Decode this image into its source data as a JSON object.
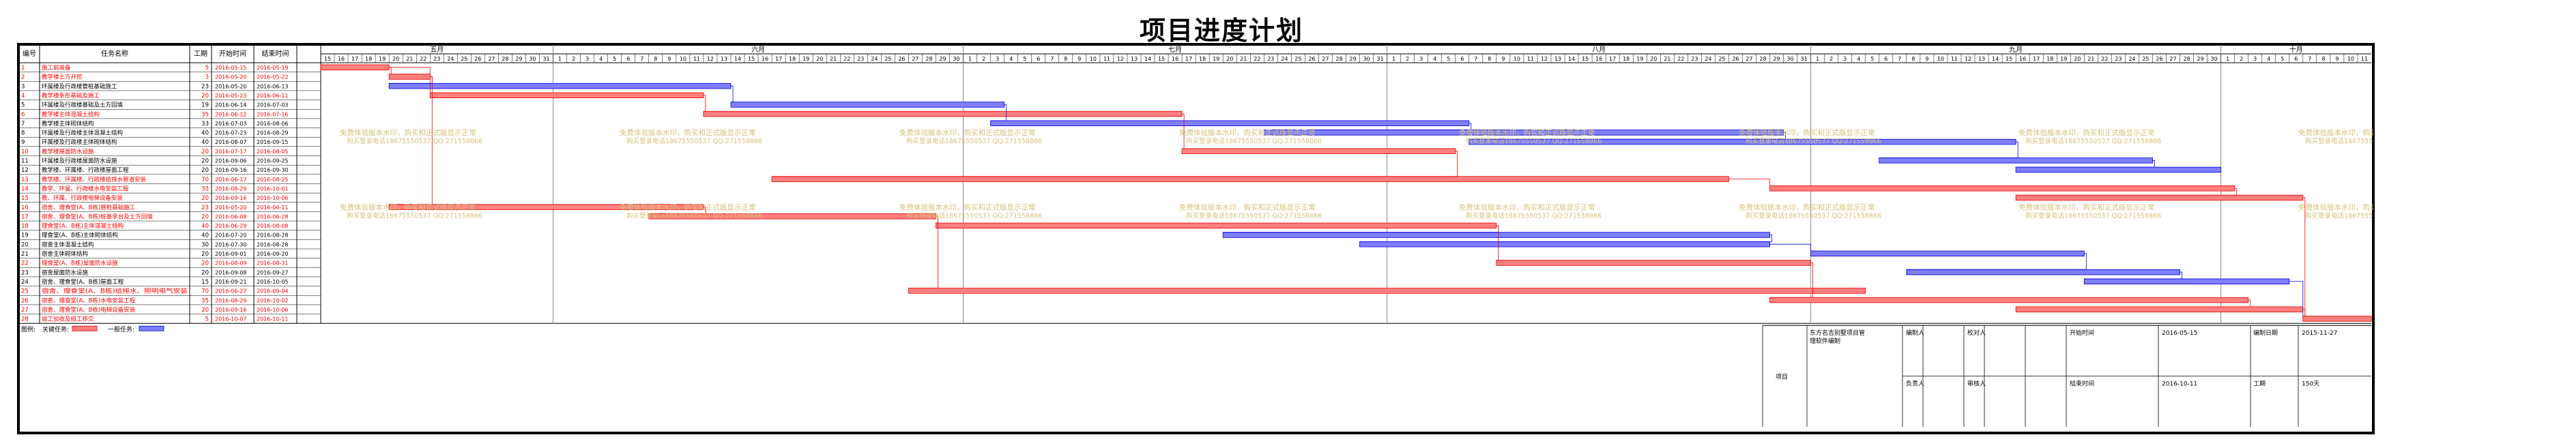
{
  "title": "项目进度计划",
  "columns": {
    "id": "编号",
    "name": "任务名称",
    "duration": "工期",
    "start": "开始时间",
    "end": "结束时间"
  },
  "legend": {
    "label": "图例:",
    "critical": "关键任务:",
    "normal": "一般任务:"
  },
  "watermark": [
    "免费体验版本水印，购买和正式版显示正常",
    "购买登录电话18675550537 QQ:271558866"
  ],
  "info": {
    "project_label": "项目",
    "project_name": "东方名吉别墅项目管理软件编制",
    "maker_label": "编制人",
    "maker": "",
    "checker_label": "校对人",
    "checker": "",
    "owner_label": "负责人",
    "owner": "",
    "reviewer_label": "审核人",
    "reviewer": "",
    "start_label": "开始时间",
    "start": "2016-05-15",
    "end_label": "结束时间",
    "end": "2016-10-11",
    "date_label": "编制日期",
    "date": "2015-11-27",
    "period_label": "工期",
    "period": "150天"
  },
  "chart_data": {
    "type": "gantt",
    "timeline_start": "2016-05-15",
    "timeline_end": "2016-10-11",
    "months": [
      "五月",
      "六月",
      "七月",
      "八月",
      "九月",
      "十月"
    ],
    "colors": {
      "critical": "#ff7f7f",
      "normal": "#7f7fff",
      "critical_text": "#ff0000",
      "normal_text": "#000000"
    },
    "tasks": [
      {
        "id": "1",
        "name": "施工前准备",
        "duration": 5,
        "start": "2016-05-15",
        "end": "2016-05-19",
        "critical": true
      },
      {
        "id": "2",
        "name": "教学楼土方开挖",
        "duration": 3,
        "start": "2016-05-20",
        "end": "2016-05-22",
        "critical": true
      },
      {
        "id": "3",
        "name": "环属楼及行政楼管桩基础施工",
        "duration": 23,
        "start": "2016-05-20",
        "end": "2016-06-13",
        "critical": false
      },
      {
        "id": "4",
        "name": "教学楼条形基础及施工",
        "duration": 20,
        "start": "2016-05-23",
        "end": "2016-06-11",
        "critical": true
      },
      {
        "id": "5",
        "name": "环属楼及行政楼基础及土方回填",
        "duration": 19,
        "start": "2016-06-14",
        "end": "2016-07-03",
        "critical": false
      },
      {
        "id": "6",
        "name": "教学楼主体混凝土结构",
        "duration": 35,
        "start": "2016-06-12",
        "end": "2016-07-16",
        "critical": true
      },
      {
        "id": "7",
        "name": "教学楼主体砌体结构",
        "duration": 33,
        "start": "2016-07-03",
        "end": "2016-08-06",
        "critical": false
      },
      {
        "id": "8",
        "name": "环属楼及行政楼主体混凝土结构",
        "duration": 40,
        "start": "2016-07-23",
        "end": "2016-08-29",
        "critical": false
      },
      {
        "id": "9",
        "name": "环属楼及行政楼主体砌体结构",
        "duration": 40,
        "start": "2016-08-07",
        "end": "2016-09-15",
        "critical": false
      },
      {
        "id": "10",
        "name": "教学楼屋面防水设施",
        "duration": 20,
        "start": "2016-07-17",
        "end": "2016-08-05",
        "critical": true
      },
      {
        "id": "11",
        "name": "环属楼及行政楼屋面防水设施",
        "duration": 20,
        "start": "2016-09-06",
        "end": "2016-09-25",
        "critical": false
      },
      {
        "id": "12",
        "name": "教学楼、环属楼、行政楼屋面工程",
        "duration": 20,
        "start": "2016-09-16",
        "end": "2016-09-30",
        "critical": false
      },
      {
        "id": "13",
        "name": "教学楼、环属楼、行政楼给排水管道安装",
        "duration": 70,
        "start": "2016-06-17",
        "end": "2016-08-25",
        "critical": true
      },
      {
        "id": "14",
        "name": "教学、环属、行政楼水电安装工程",
        "duration": 33,
        "start": "2016-08-29",
        "end": "2016-10-01",
        "critical": true
      },
      {
        "id": "15",
        "name": "教、环属、行政楼电梯设备安装",
        "duration": 20,
        "start": "2016-09-16",
        "end": "2016-10-06",
        "critical": true
      },
      {
        "id": "16",
        "name": "宿舍、理食堂(A、B栋)管桩基础施工",
        "duration": 23,
        "start": "2016-05-20",
        "end": "2016-06-11",
        "critical": true
      },
      {
        "id": "17",
        "name": "宿舍、理食堂(A、B栋)桩基承台及土方回填",
        "duration": 20,
        "start": "2016-06-08",
        "end": "2016-06-28",
        "critical": true
      },
      {
        "id": "18",
        "name": "理食堂(A、B栋)主体混凝土结构",
        "duration": 40,
        "start": "2016-06-29",
        "end": "2016-08-08",
        "critical": true
      },
      {
        "id": "19",
        "name": "理食堂(A、B栋)主体砌体结构",
        "duration": 40,
        "start": "2016-07-20",
        "end": "2016-08-28",
        "critical": false
      },
      {
        "id": "20",
        "name": "宿舍主体混凝土结构",
        "duration": 30,
        "start": "2016-07-30",
        "end": "2016-08-28",
        "critical": false
      },
      {
        "id": "21",
        "name": "宿舍主体砌体结构",
        "duration": 20,
        "start": "2016-09-01",
        "end": "2016-09-20",
        "critical": false
      },
      {
        "id": "22",
        "name": "理食堂(A、B栋)屋面防水设施",
        "duration": 20,
        "start": "2016-08-09",
        "end": "2016-08-31",
        "critical": true
      },
      {
        "id": "23",
        "name": "宿舍屋面防水设施",
        "duration": 20,
        "start": "2016-09-08",
        "end": "2016-09-27",
        "critical": false
      },
      {
        "id": "24",
        "name": "宿舍、理食堂(A、B栋)屋面工程",
        "duration": 15,
        "start": "2016-09-21",
        "end": "2016-10-05",
        "critical": false
      },
      {
        "id": "25",
        "name": "宿舍、理食堂(A、B栋)给排水、照明电气安装",
        "duration": 70,
        "start": "2016-06-27",
        "end": "2016-09-04",
        "critical": true
      },
      {
        "id": "26",
        "name": "宿舍、理食堂(A、B栋)水电安装工程",
        "duration": 35,
        "start": "2016-08-29",
        "end": "2016-10-02",
        "critical": true
      },
      {
        "id": "27",
        "name": "宿舍、理食堂(A、B栋)电梯设备安装",
        "duration": 20,
        "start": "2016-09-16",
        "end": "2016-10-06",
        "critical": true
      },
      {
        "id": "28",
        "name": "竣工验收及组工移交",
        "duration": 5,
        "start": "2016-10-07",
        "end": "2016-10-11",
        "critical": true
      }
    ]
  }
}
